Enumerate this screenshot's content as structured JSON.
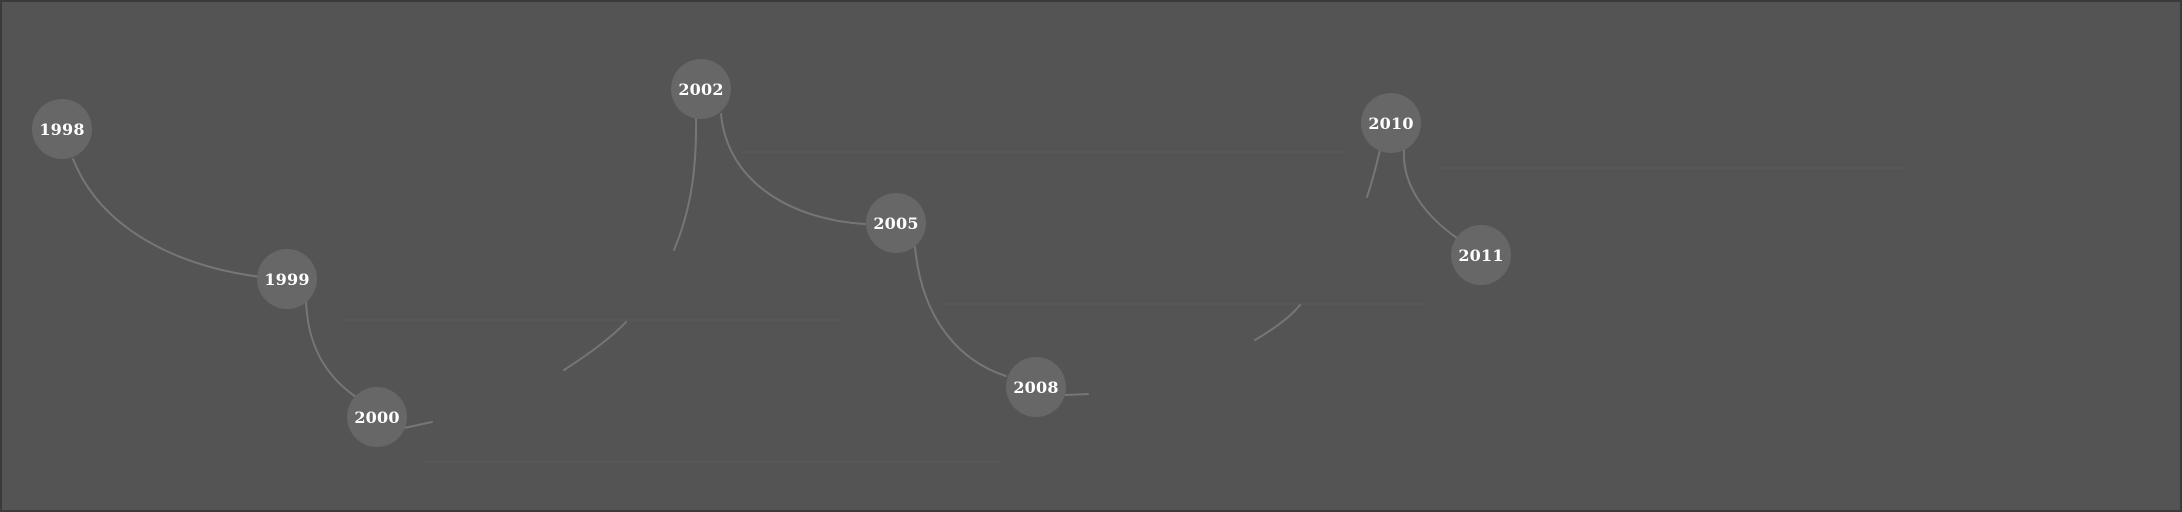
{
  "timeline": {
    "nodes": [
      {
        "id": "n1998",
        "label": "1998"
      },
      {
        "id": "n1999",
        "label": "1999"
      },
      {
        "id": "n2000",
        "label": "2000"
      },
      {
        "id": "n2002",
        "label": "2002"
      },
      {
        "id": "n2005",
        "label": "2005"
      },
      {
        "id": "n2008",
        "label": "2008"
      },
      {
        "id": "n2010",
        "label": "2010"
      },
      {
        "id": "n2011",
        "label": "2011"
      }
    ]
  },
  "colors": {
    "background": "#545454",
    "node_fill": "#676767",
    "connector": "#767676",
    "label": "#ffffff"
  }
}
